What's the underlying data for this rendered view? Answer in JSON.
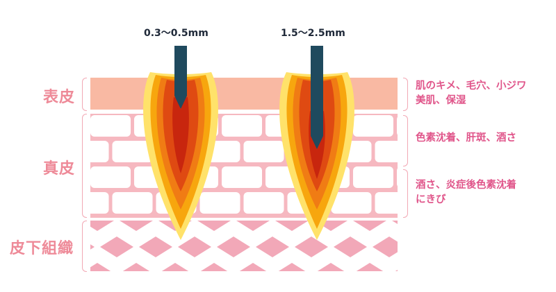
{
  "layers": {
    "epidermis": "表皮",
    "dermis": "真皮",
    "subcutaneous": "皮下組織"
  },
  "needles": [
    {
      "depth_label": "0.3〜0.5mm"
    },
    {
      "depth_label": "1.5〜2.5mm"
    }
  ],
  "effects": {
    "epidermis": [
      "肌のキメ、毛穴、小ジワ",
      "美肌、保湿"
    ],
    "dermis_upper": [
      "色素沈着、肝斑、酒さ"
    ],
    "dermis_lower": [
      "酒さ、炎症後色素沈着",
      "にきび"
    ]
  },
  "colors": {
    "epidermis": "#f9b9a3",
    "dermis_bg": "#f6b8c0",
    "brick": "#ffffff",
    "subcutaneous": "#f2a8b8",
    "needle": "#1f4a5e",
    "heat_outer": "#ffe26a",
    "heat_mid1": "#f7a60e",
    "heat_mid2": "#f07c14",
    "heat_inner": "#df4a12",
    "heat_core": "#c8260e",
    "label_pink": "#ee8a98",
    "effect_pink": "#e0558a"
  }
}
